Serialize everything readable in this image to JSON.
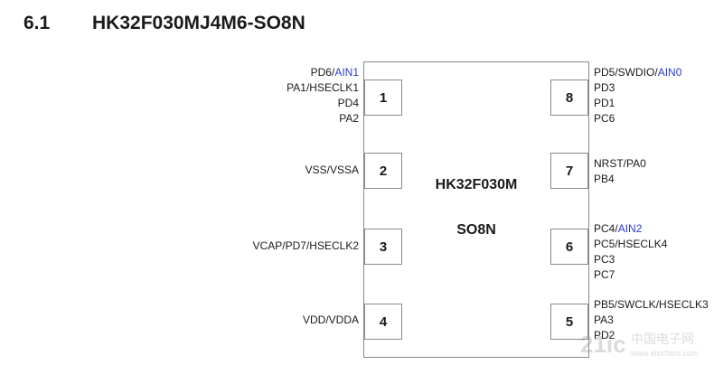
{
  "heading": {
    "number": "6.1",
    "title": "HK32F030MJ4M6-SO8N"
  },
  "chip": {
    "name": "HK32F030M",
    "package": "SO8N"
  },
  "pins": {
    "p1": {
      "number": "1",
      "label_parts": {
        "pd6": "PD6/",
        "ain1": "AIN1"
      },
      "lines": [
        "PA1/HSECLK1",
        "PD4",
        "PA2"
      ]
    },
    "p2": {
      "number": "2",
      "lines": [
        "VSS/VSSA"
      ]
    },
    "p3": {
      "number": "3",
      "lines": [
        "VCAP/PD7/HSECLK2"
      ]
    },
    "p4": {
      "number": "4",
      "lines": [
        "VDD/VDDA"
      ]
    },
    "p5": {
      "number": "5",
      "lines": [
        "PB5/SWCLK/HSECLK3",
        "PA3",
        "PD2"
      ]
    },
    "p6": {
      "number": "6",
      "label_parts": {
        "pc4": "PC4/",
        "ain2": "AIN2"
      },
      "lines": [
        "PC5/HSECLK4",
        "PC3",
        "PC7"
      ]
    },
    "p7": {
      "number": "7",
      "lines": [
        "NRST/PA0",
        "PB4"
      ]
    },
    "p8": {
      "number": "8",
      "label_parts": {
        "pd5": "PD5/SWDIO/",
        "ain0": "AIN0"
      },
      "lines": [
        "PD3",
        "PD1",
        "PC6"
      ]
    }
  },
  "colors": {
    "alt_function_blue": "#2b3ccf",
    "outline": "#8a8a8a"
  },
  "watermark": {
    "text": "中国电子网",
    "domain": "www.elecfans.com"
  }
}
